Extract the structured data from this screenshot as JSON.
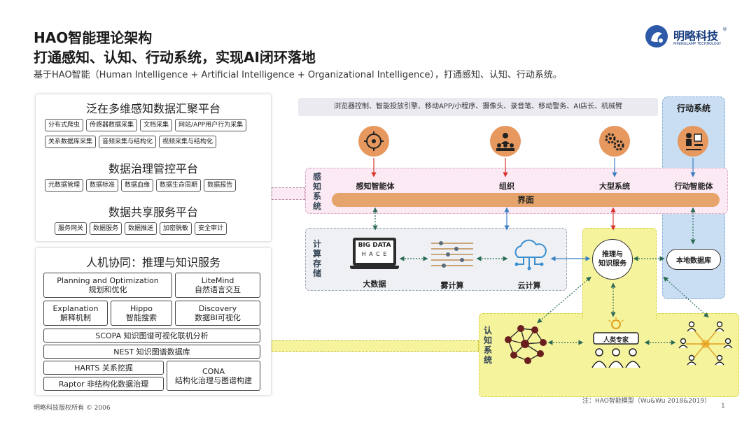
{
  "header": {
    "title_line1": "HAO智能理论架构",
    "title_line2": "打通感知、认知、行动系统，实现AI闭环落地",
    "subtitle": "基于HAO智能（Human Intelligence + Artificial Intelligence + Organizational Intelligence），打通感知、认知、行动系统。"
  },
  "logo": {
    "name": "明略科技",
    "sub": "MININGLAMP TECHNOLOGY",
    "reg": "®"
  },
  "left_top": {
    "title1": "泛在多维感知数据汇聚平台",
    "chips1_row1": [
      "分布式爬虫",
      "传感器数据采集",
      "文档采集",
      "网站/APP用户行为采集"
    ],
    "chips1_row2": [
      "关系数据库采集",
      "音频采集与结构化",
      "视频采集与结构化"
    ],
    "title2": "数据治理管控平台",
    "chips2": [
      "元数据管理",
      "数据标准",
      "数据血缘",
      "数据生命周期",
      "数据报告"
    ],
    "title3": "数据共享服务平台",
    "chips3": [
      "服务网关",
      "数据服务",
      "数据推送",
      "加密脱敏",
      "安全审计"
    ]
  },
  "left_bottom": {
    "title": "人机协同：推理与知识服务",
    "planning": {
      "en": "Planning and Optimization",
      "zh": "规划和优化"
    },
    "litemind": {
      "en": "LiteMind",
      "zh": "自然语言交互"
    },
    "explanation": {
      "en": "Explanation",
      "zh": "解释机制"
    },
    "hippo": {
      "en": "Hippo",
      "zh": "智能搜索"
    },
    "discovery": {
      "en": "Discovery",
      "zh": "数据BI可视化"
    },
    "scopa": "SCOPA 知识图谱可视化联机分析",
    "nest": "NEST 知识图谱数据库",
    "harts": "HARTS  关系挖掘",
    "raptor": "Raptor  非结构化数据治理",
    "cona": {
      "en": "CONA",
      "zh": "结构化治理与图谱构建"
    }
  },
  "diagram": {
    "devices": "浏览器控制、智能投放引擎、移动APP/小程序、摄像头、录音笔、移动警务、AI店长、机械臂",
    "action_title": "行动系统",
    "perception_label": [
      "感",
      "知",
      "系",
      "统"
    ],
    "compute_label": [
      "计",
      "算",
      "存",
      "储"
    ],
    "cognition_label": [
      "认",
      "知",
      "系",
      "统"
    ],
    "perception_nodes": [
      "感知智能体",
      "组织",
      "大型系统",
      "行动智能体"
    ],
    "interface": "界面",
    "bigdata_screen": {
      "line1": "BIG DATA",
      "line2": "H A C E"
    },
    "compute_nodes": [
      "大数据",
      "雾计算",
      "云计算"
    ],
    "reasoning": [
      "推理与",
      "知识服务"
    ],
    "local_db": "本地数据库",
    "human_expert": "人类专家"
  },
  "footer": {
    "copyright": "明略科技版权所有 © 2006",
    "note": "注：HAO智能模型（Wu&Wu 2018&2019）",
    "page": "1"
  },
  "colors": {
    "orange": "#e6985e",
    "perception_bg": "#fbe9f3",
    "cognition_bg": "#f6f39d",
    "action_bg": "#c9def2",
    "arrow_red": "#d9342b",
    "arrow_blue": "#3b7fc4",
    "arrow_green": "#2a6a54"
  }
}
